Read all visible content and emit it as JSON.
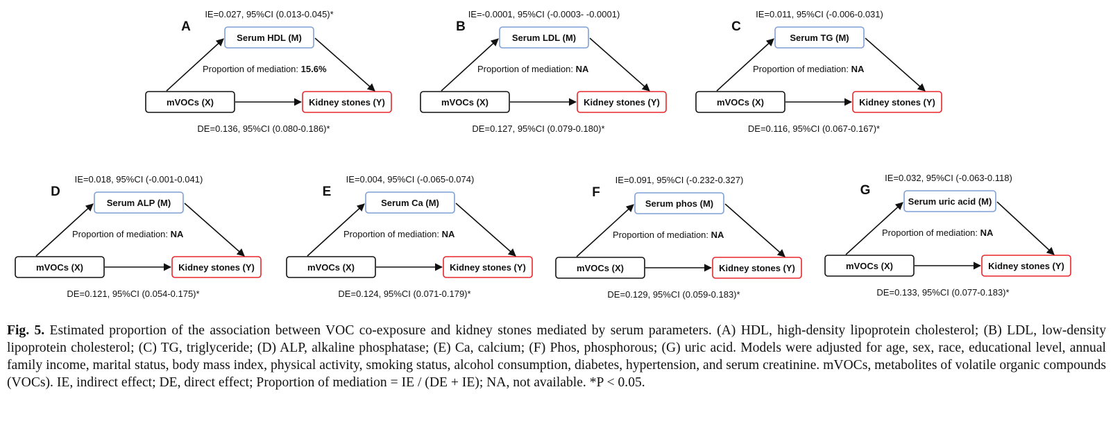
{
  "panels": [
    {
      "letter": "A",
      "ie": "IE=0.027, 95%CI (0.013-0.045)*",
      "mediator": "Serum HDL (M)",
      "proportion_label": "Proportion of mediation:",
      "proportion_value": "15.6%",
      "x_label": "mVOCs (X)",
      "y_label": "Kidney stones (Y)",
      "de": "DE=0.136, 95%CI (0.080-0.186)*"
    },
    {
      "letter": "B",
      "ie": "IE=-0.0001, 95%CI (-0.0003- -0.0001)",
      "mediator": "Serum LDL (M)",
      "proportion_label": "Proportion of mediation:",
      "proportion_value": "NA",
      "x_label": "mVOCs (X)",
      "y_label": "Kidney stones (Y)",
      "de": "DE=0.127, 95%CI (0.079-0.180)*"
    },
    {
      "letter": "C",
      "ie": "IE=0.011, 95%CI (-0.006-0.031)",
      "mediator": "Serum TG (M)",
      "proportion_label": "Proportion of mediation:",
      "proportion_value": "NA",
      "x_label": "mVOCs (X)",
      "y_label": "Kidney stones (Y)",
      "de": "DE=0.116, 95%CI (0.067-0.167)*"
    },
    {
      "letter": "D",
      "ie": "IE=0.018, 95%CI (-0.001-0.041)",
      "mediator": "Serum ALP (M)",
      "proportion_label": "Proportion of mediation:",
      "proportion_value": "NA",
      "x_label": "mVOCs (X)",
      "y_label": "Kidney stones (Y)",
      "de": "DE=0.121, 95%CI (0.054-0.175)*"
    },
    {
      "letter": "E",
      "ie": "IE=0.004, 95%CI (-0.065-0.074)",
      "mediator": "Serum Ca (M)",
      "proportion_label": "Proportion of mediation:",
      "proportion_value": "NA",
      "x_label": "mVOCs (X)",
      "y_label": "Kidney stones (Y)",
      "de": "DE=0.124, 95%CI (0.071-0.179)*"
    },
    {
      "letter": "F",
      "ie": "IE=0.091, 95%CI (-0.232-0.327)",
      "mediator": "Serum phos (M)",
      "proportion_label": "Proportion of mediation:",
      "proportion_value": "NA",
      "x_label": "mVOCs (X)",
      "y_label": "Kidney stones (Y)",
      "de": "DE=0.129, 95%CI (0.059-0.183)*"
    },
    {
      "letter": "G",
      "ie": "IE=0.032, 95%CI (-0.063-0.118)",
      "mediator": "Serum uric acid (M)",
      "proportion_label": "Proportion of mediation:",
      "proportion_value": "NA",
      "x_label": "mVOCs (X)",
      "y_label": "Kidney stones (Y)",
      "de": "DE=0.133, 95%CI (0.077-0.183)*"
    }
  ],
  "colors": {
    "mediator_border": "#7f9fd6",
    "outcome_border": "#e8262b",
    "exposure_border": "#111111"
  },
  "caption": {
    "label": "Fig. 5.",
    "text": "Estimated proportion of the association between VOC co-exposure and kidney stones mediated by serum parameters. (A) HDL, high-density lipoprotein cholesterol; (B) LDL, low-density lipoprotein cholesterol; (C) TG, triglyceride; (D) ALP, alkaline phosphatase; (E) Ca, calcium; (F) Phos, phosphorous; (G) uric acid. Models were adjusted for age, sex, race, educational level, annual family income, marital status, body mass index, physical activity, smoking status, alcohol consumption, diabetes, hypertension, and serum creatinine. mVOCs, metabolites of volatile organic compounds (VOCs). IE, indirect effect; DE, direct effect; Proportion of mediation = IE / (DE + IE); NA, not available. *P < 0.05."
  }
}
